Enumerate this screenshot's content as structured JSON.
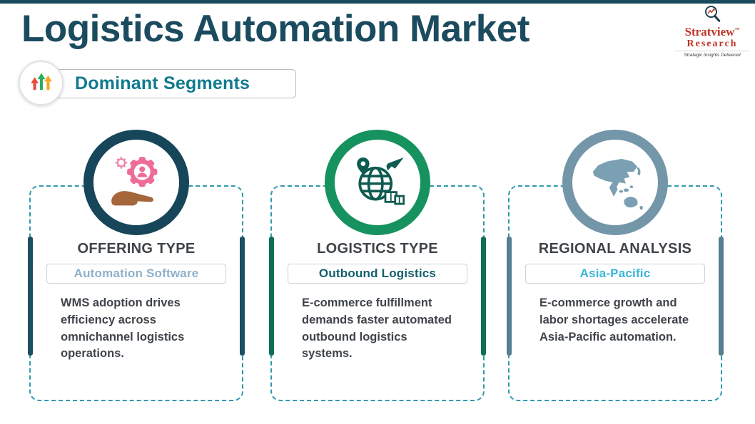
{
  "header": {
    "title": "Logistics Automation Market",
    "badge_label": "Dominant Segments"
  },
  "logo": {
    "line1": "Stratview",
    "tm": "™",
    "line2": "Research",
    "tagline": "Strategic Insights Delivered"
  },
  "cards": [
    {
      "title": "OFFERING TYPE",
      "segment": "Automation Software",
      "description": "WMS adoption drives efficiency across omnichannel logistics operations.",
      "icon": "gear-hand-icon",
      "colors": {
        "ring": "#17455A",
        "accent": "#1C4F63",
        "segment_text": "#8FB0C9"
      }
    },
    {
      "title": "LOGISTICS TYPE",
      "segment": "Outbound Logistics",
      "description": "E-commerce fulfillment demands faster automated outbound logistics systems.",
      "icon": "globe-logistics-icon",
      "colors": {
        "ring": "#16925F",
        "accent": "#0F6E55",
        "segment_text": "#135F6B"
      }
    },
    {
      "title": "REGIONAL ANALYSIS",
      "segment": "Asia-Pacific",
      "description": "E-commerce growth and labor shortages accelerate Asia-Pacific automation.",
      "icon": "asia-pacific-map-icon",
      "colors": {
        "ring": "#7396A9",
        "accent": "#557E93",
        "segment_text": "#3AB6D9"
      }
    }
  ],
  "theme": {
    "title_color": "#1B4B5F",
    "badge_text_color": "#0F7A8F",
    "card_border_color": "#2F9AAE",
    "card_title_color": "#3F4449",
    "body_text_color": "#3F444A",
    "brand_red": "#C13327",
    "arrow_colors": [
      "#E84C3D",
      "#27AE60",
      "#F5A623"
    ]
  }
}
